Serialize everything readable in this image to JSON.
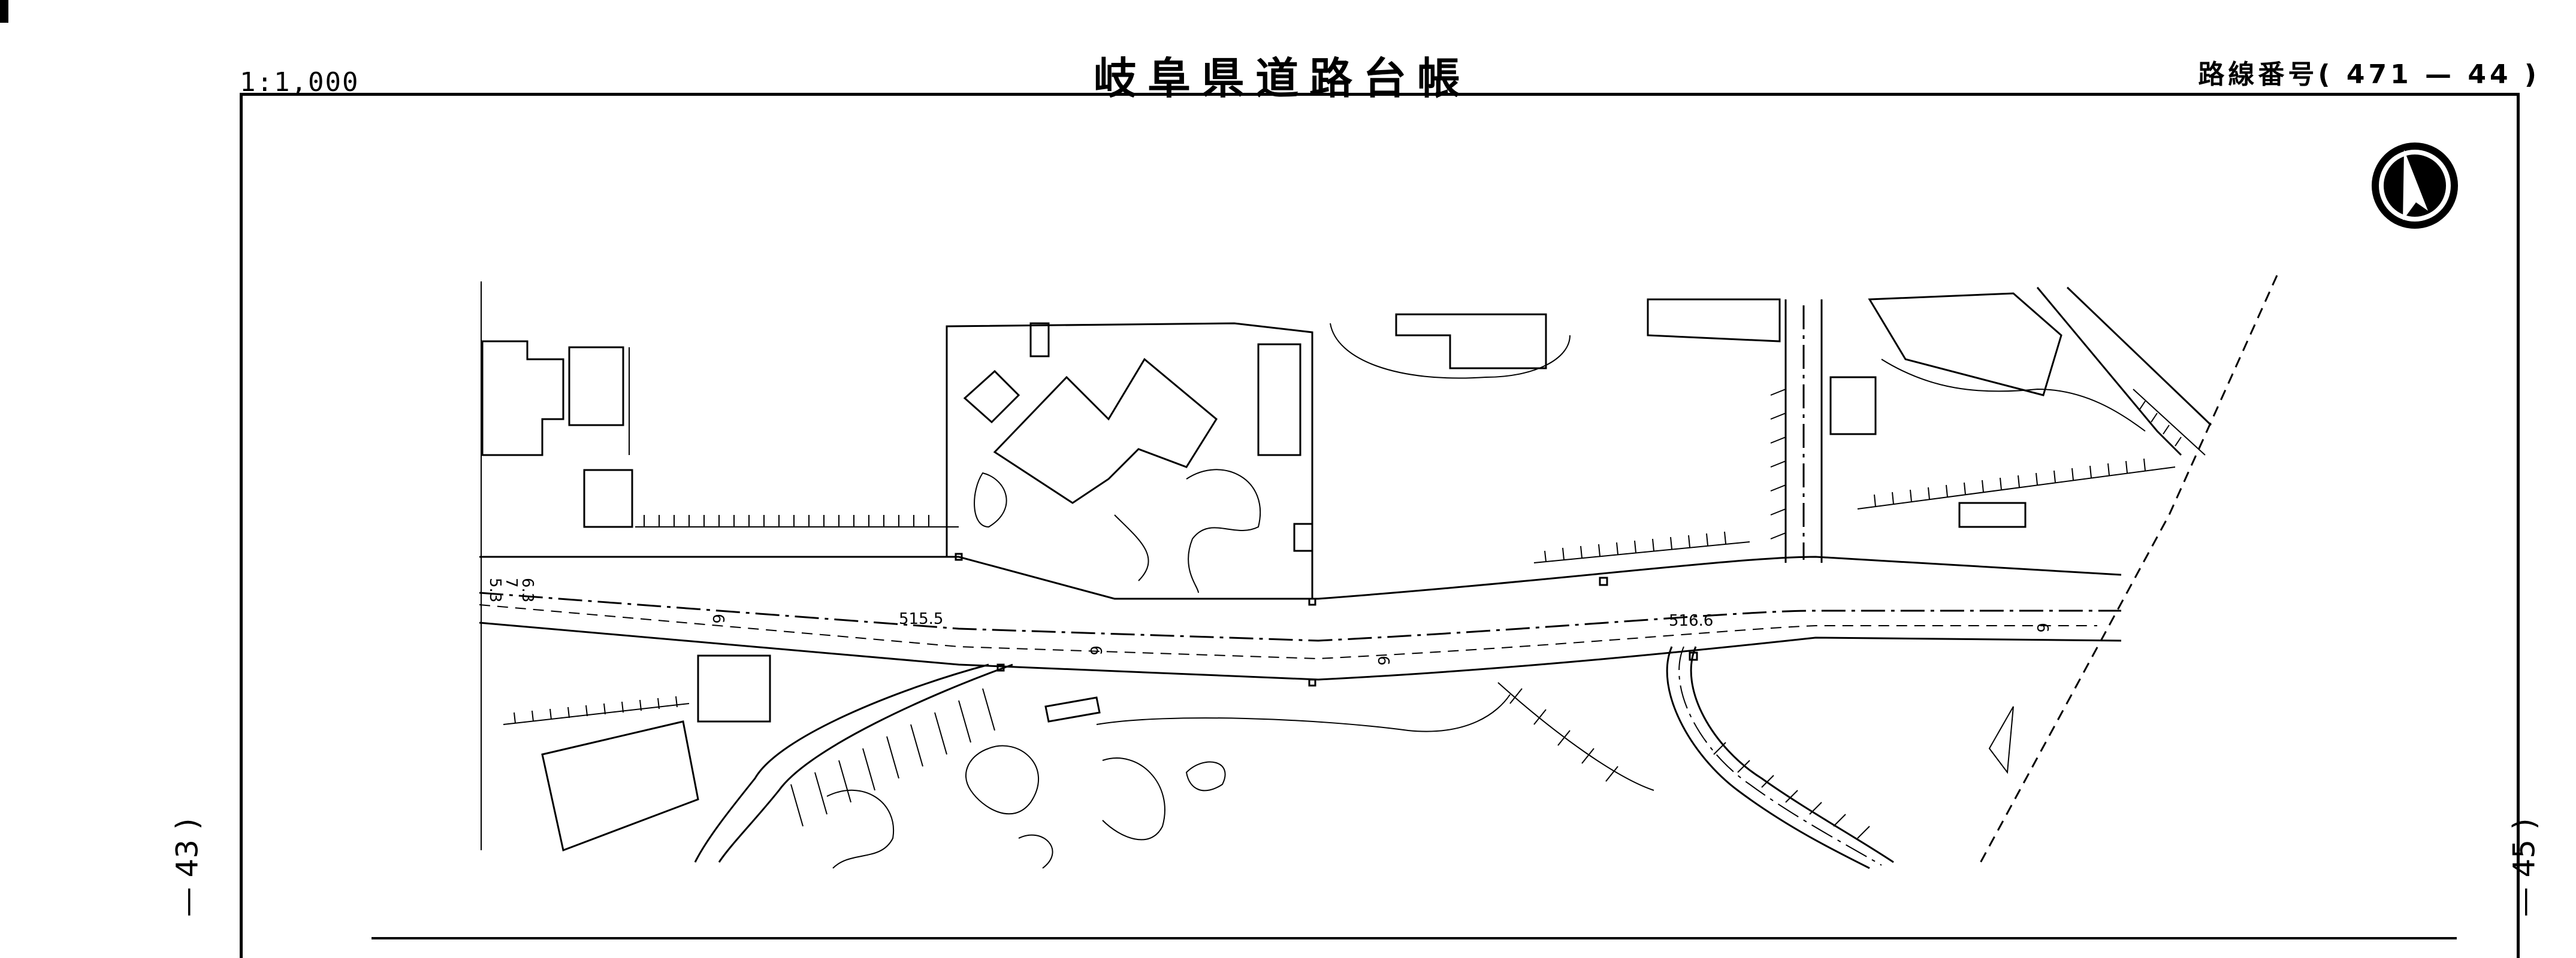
{
  "header": {
    "scale": "1:1,000",
    "title": "岐阜県道路台帳",
    "route_number_label": "路線番号(  471  —  44  )"
  },
  "side_labels": {
    "left": "—  43  )",
    "right": "—  45  )"
  },
  "map": {
    "road_labels": {
      "station_west": "515.5",
      "station_east": "516.6",
      "width_left_a": "5.3",
      "width_left_b": "7",
      "width_left_c": "6.3",
      "lane_width": "6"
    }
  },
  "north_arrow": {
    "icon": "north-arrow-icon"
  }
}
